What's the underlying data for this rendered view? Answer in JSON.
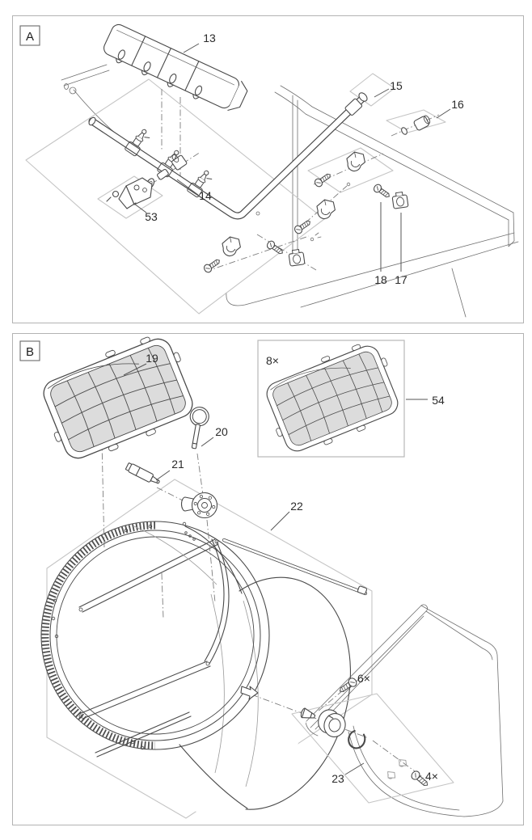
{
  "diagram": {
    "title_visible_text_only": true,
    "colors": {
      "line": "#4a4a4a",
      "highlight_box": "#c5c5c5",
      "panel_border": "#b3b3b3",
      "mesh_fill": "#dcdcdc",
      "dash_dot": "#7d7d7d"
    },
    "panel_a": {
      "letter": "A",
      "labels": {
        "l13": "13",
        "l14": "14",
        "l15": "15",
        "l16": "16",
        "l17": "17",
        "l18": "18",
        "l53": "53"
      }
    },
    "panel_b": {
      "letter": "B",
      "labels": {
        "l19": "19",
        "l20": "20",
        "l21": "21",
        "l22": "22",
        "l23": "23",
        "l54": "54",
        "q8": "8×",
        "q6": "6×",
        "q4": "4×"
      }
    }
  }
}
